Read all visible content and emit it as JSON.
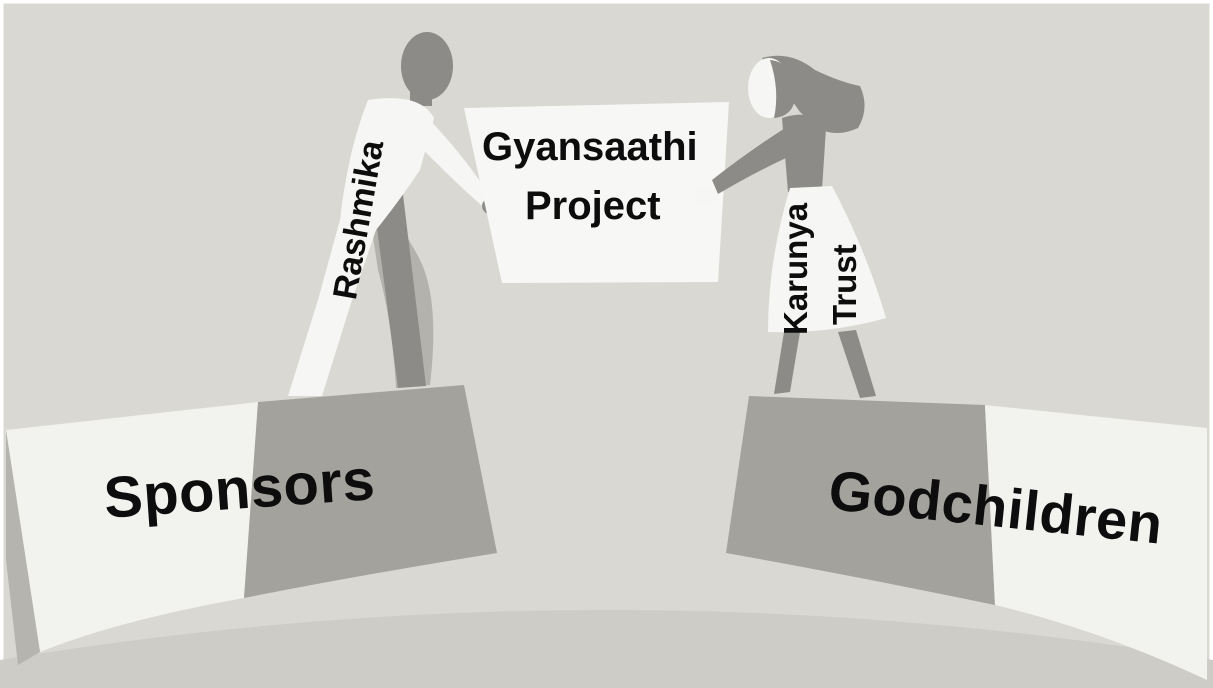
{
  "labels": {
    "sponsors": "Sponsors",
    "godchildren": "Godchildren",
    "project_line1": "Gyansaathi",
    "project_line2": "Project",
    "person_left": "Rashmika",
    "person_right_line1": "Karunya",
    "person_right_line2": "Trust"
  },
  "colors": {
    "background": "#d9d8d3",
    "ground": "#cdccc6",
    "light_block": "#f3f3f1",
    "dark_block": "#a2a19c",
    "figure": "#8c8b87",
    "figure_light": "#f6f6f4",
    "shadow": "#b9b8b3",
    "text": "#0d0d0d"
  },
  "icons": {
    "left_figure": "man-standing-icon",
    "right_figure": "woman-standing-icon"
  }
}
